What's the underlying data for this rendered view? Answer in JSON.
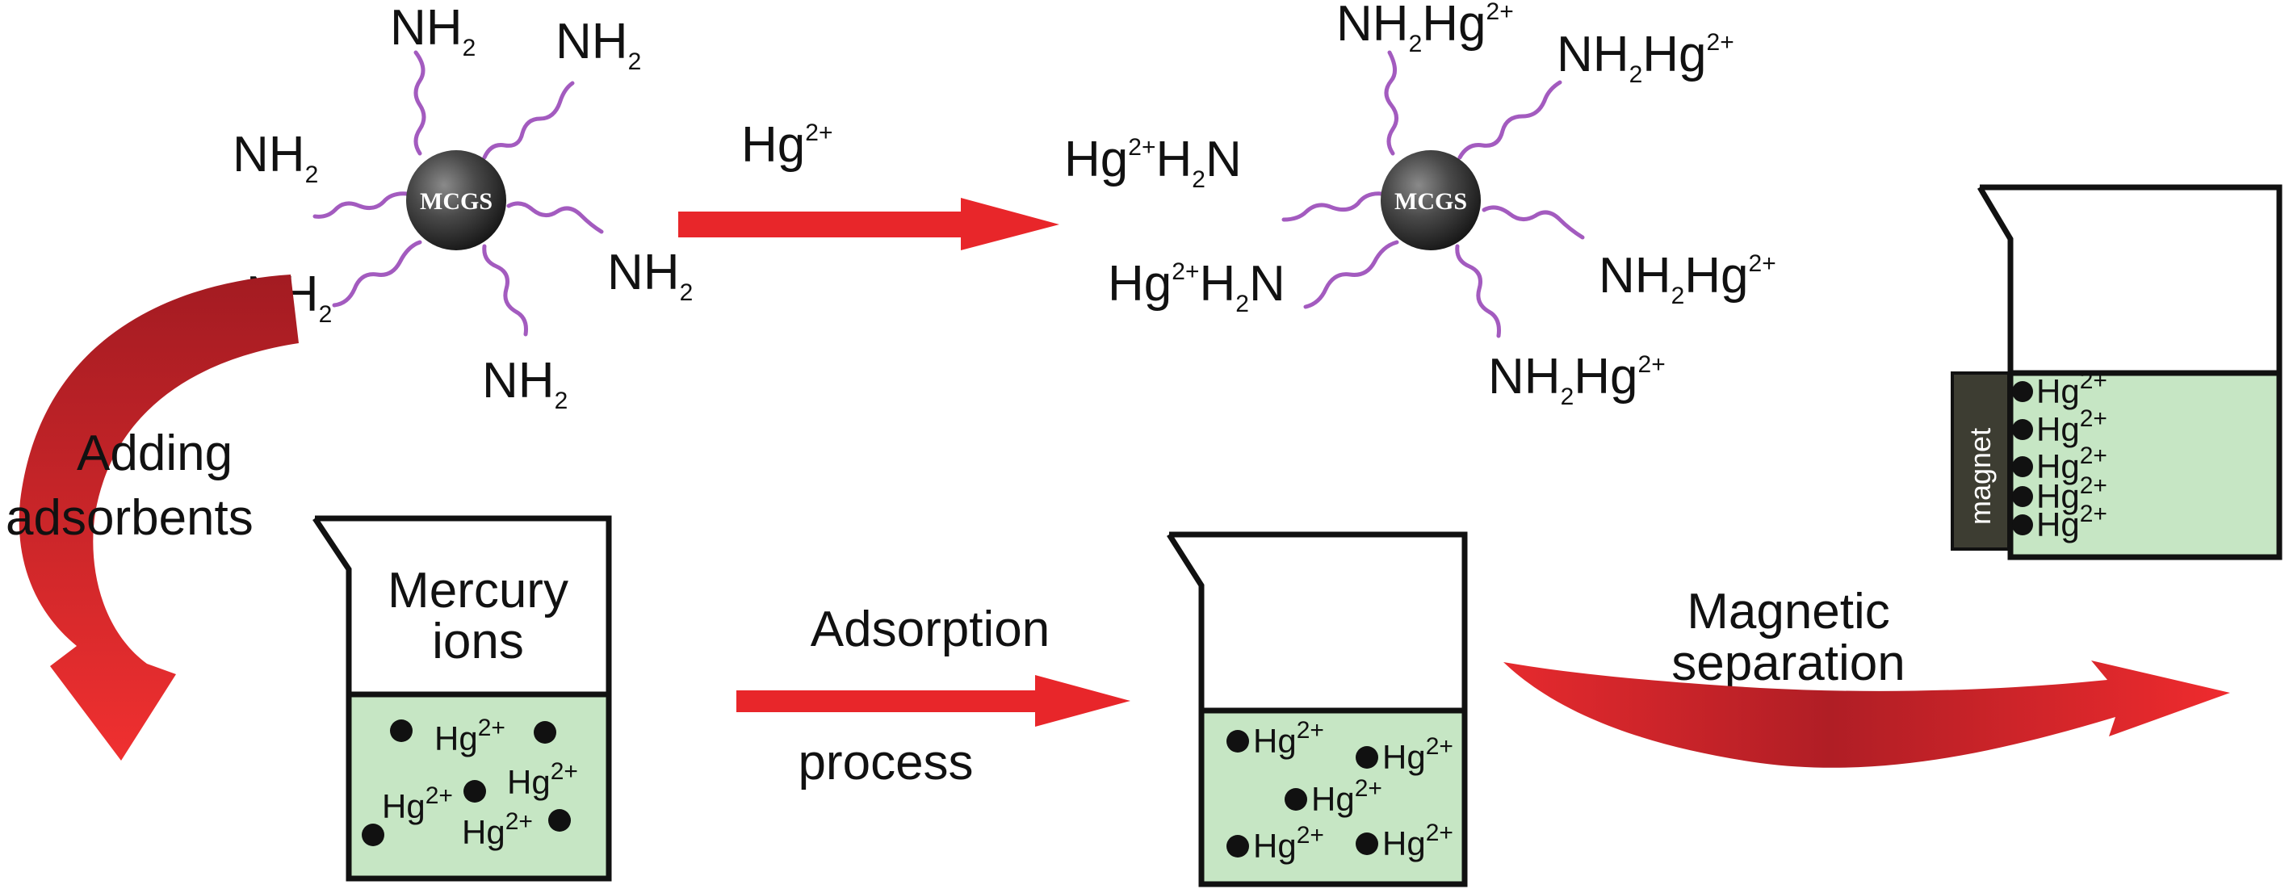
{
  "core_label": "MCGS",
  "amine": {
    "base": "NH",
    "sub": "2"
  },
  "ion": {
    "base": "Hg",
    "charge": "2+"
  },
  "bound_ion": {
    "ion_base": "Hg",
    "ion_charge": "2+",
    "amine_base": "H",
    "amine_sub": "2",
    "amine_tail": "N"
  },
  "step_adding": {
    "line1": "Adding",
    "line2": "adsorbents"
  },
  "beaker_mercury": {
    "line1": "Mercury",
    "line2": "ions"
  },
  "step_adsorption": {
    "line1": "Adsorption",
    "line2": "process"
  },
  "step_magnetic": {
    "line1": "Magnetic",
    "line2": "separation"
  },
  "magnet_label": "magnet",
  "colors": {
    "arrow_red": "#e8262a",
    "arrow_dark": "#9b1b22",
    "solution_green": "#c6e6c4",
    "chain_purple": "#a35bbf",
    "sphere_gray": "#3a3a3a",
    "magnet_fill": "#3d3d32"
  }
}
